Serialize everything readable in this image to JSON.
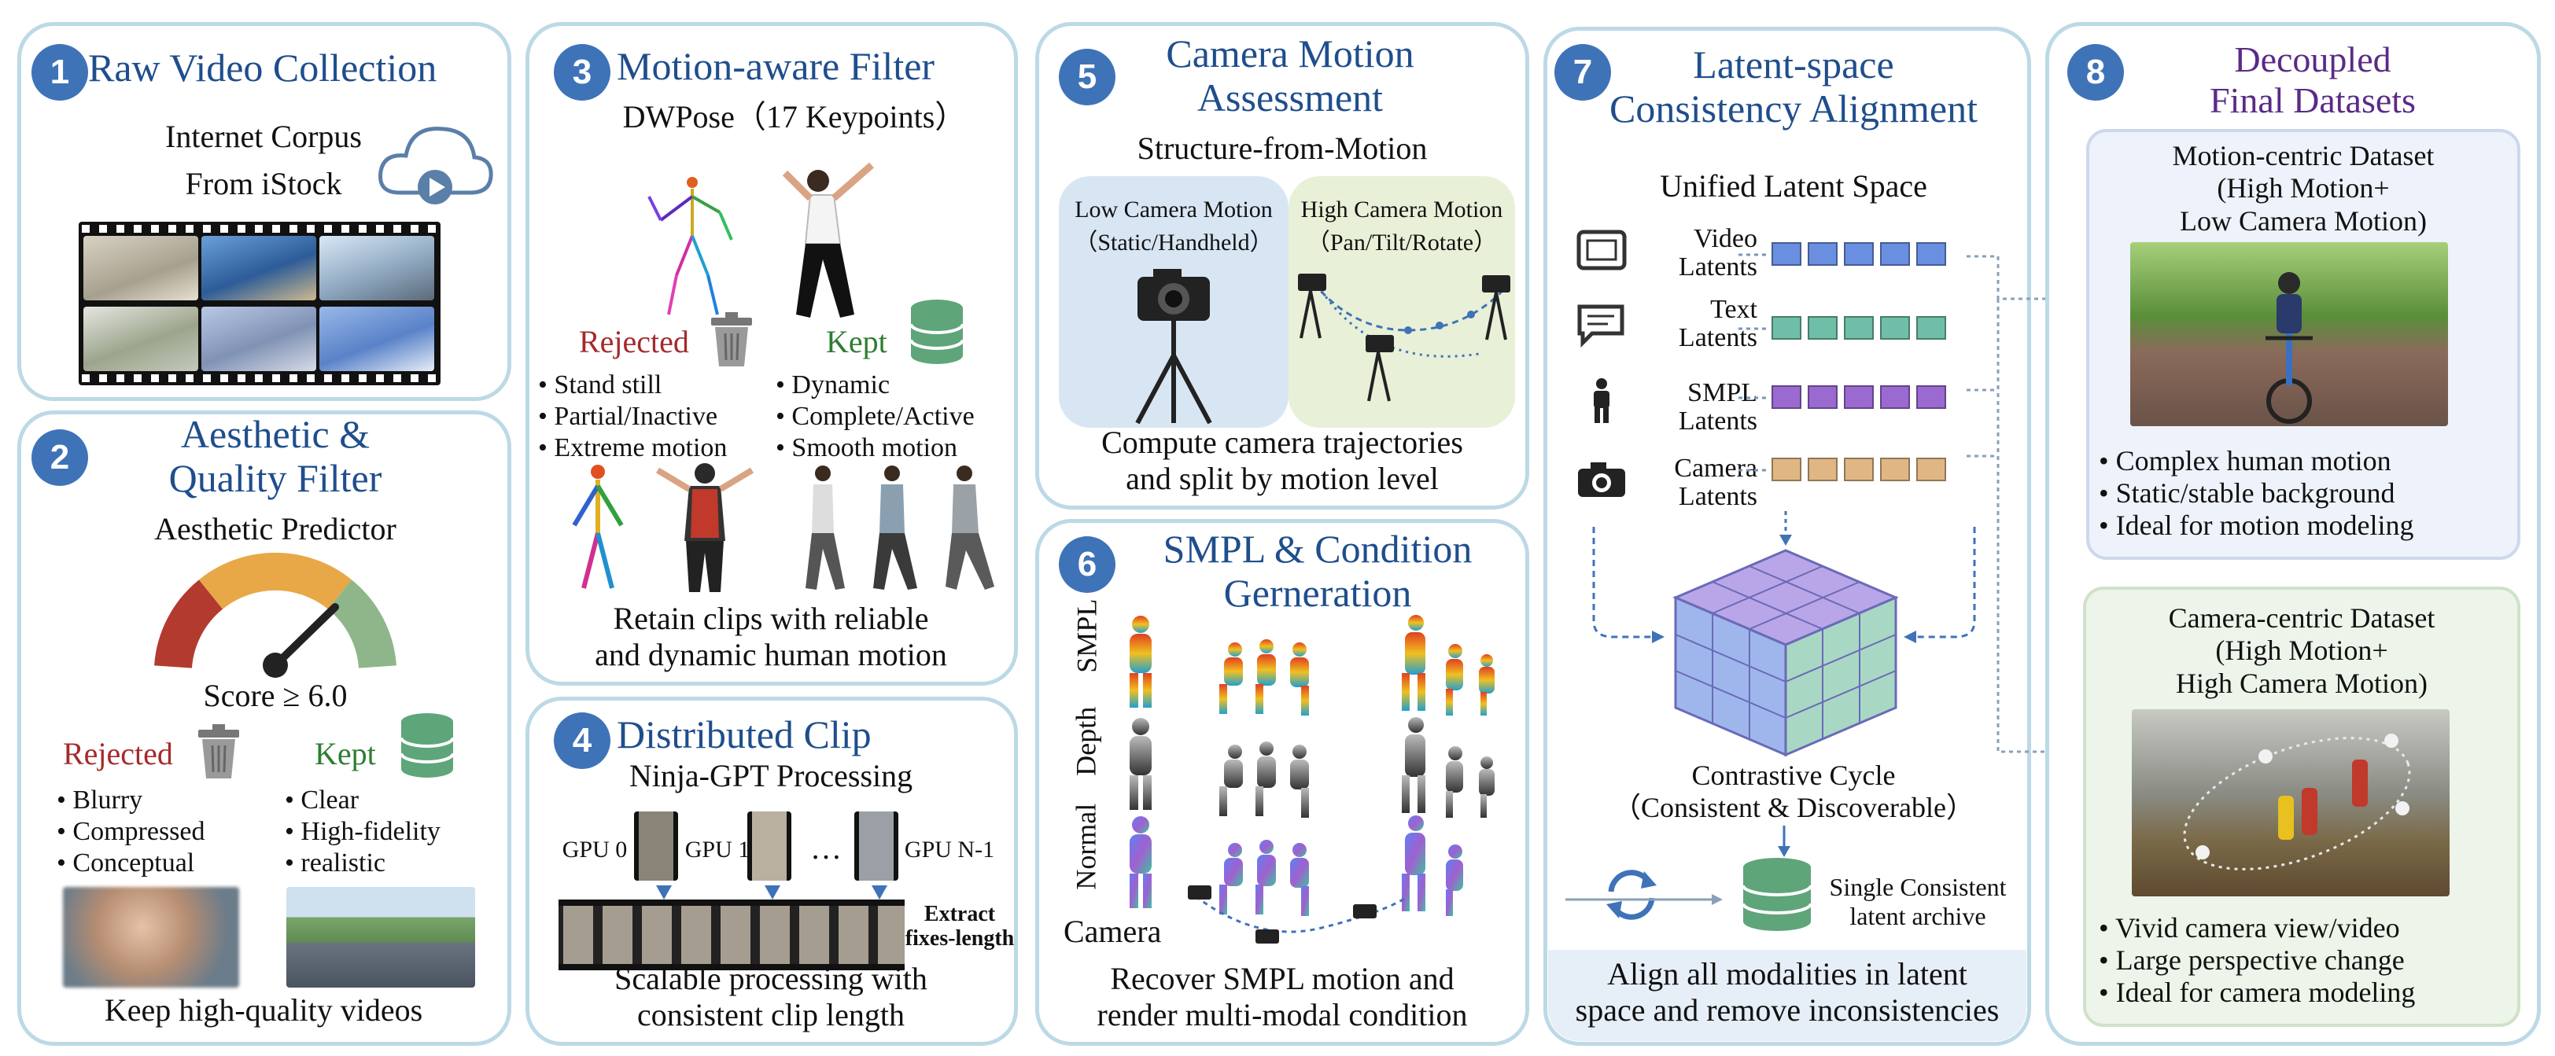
{
  "p1": {
    "num": "1",
    "title": "Raw Video Collection",
    "source": "Internet Corpus\nFrom iStock",
    "cloud_icon": "cloud-play-icon"
  },
  "p2": {
    "num": "2",
    "title": "Aesthetic &\nQuality Filter",
    "predictor": "Aesthetic Predictor",
    "score": "Score ≥ 6.0",
    "rejected": "Rejected",
    "kept": "Kept",
    "rejected_items": [
      "Blurry",
      "Compressed",
      "Conceptual"
    ],
    "kept_items": [
      "Clear",
      "High-fidelity",
      "realistic"
    ],
    "footer": "Keep high-quality videos"
  },
  "p3": {
    "num": "3",
    "title": "Motion-aware Filter",
    "pose": "DWPose（17 Keypoints）",
    "rejected": "Rejected",
    "kept": "Kept",
    "rejected_items": [
      "Stand still",
      "Partial/Inactive",
      "Extreme motion"
    ],
    "kept_items": [
      "Dynamic",
      "Complete/Active",
      "Smooth motion"
    ],
    "footer": "Retain clips with reliable\nand dynamic human motion"
  },
  "p4": {
    "num": "4",
    "title": "Distributed Clip",
    "sub": "Ninja-GPT Processing",
    "gpus": [
      "GPU 0",
      "GPU 1",
      "…",
      "GPU N-1"
    ],
    "extract": "Extract\nfixes-length",
    "footer": "Scalable processing with\nconsistent clip length"
  },
  "p5": {
    "num": "5",
    "title": "Camera Motion\nAssessment",
    "sub": "Structure-from-Motion",
    "low": "Low Camera Motion\n（Static/Handheld）",
    "high": "High Camera Motion\n（Pan/Tilt/Rotate）",
    "footer": "Compute camera trajectories\nand split by motion level"
  },
  "p6": {
    "num": "6",
    "title": "SMPL & Condition\nGerneration",
    "rows": [
      "SMPL",
      "Depth",
      "Normal"
    ],
    "camera": "Camera",
    "footer": "Recover SMPL motion and\nrender multi-modal condition"
  },
  "p7": {
    "num": "7",
    "title": "Latent-space\nConsistency Alignment",
    "space": "Unified Latent Space",
    "latents": [
      "Video\nLatents",
      "Text\nLatents",
      "SMPL\nLatents",
      "Camera\nLatents"
    ],
    "cycle": "Contrastive Cycle\n（Consistent & Discoverable）",
    "archive": "Single Consistent\nlatent archive",
    "footer": "Align all modalities in latent\nspace and remove inconsistencies"
  },
  "p8": {
    "num": "8",
    "title": "Decoupled\nFinal Datasets",
    "motion_title": "Motion-centric Dataset\n(High Motion+\nLow Camera Motion)",
    "motion_items": [
      "Complex human motion",
      "Static/stable background",
      "Ideal for motion modeling"
    ],
    "camera_title": "Camera-centric Dataset\n(High Motion+\nHigh Camera Motion)",
    "camera_items": [
      "Vivid camera view/video",
      "Large perspective change",
      "Ideal for camera modeling"
    ]
  },
  "colors": {
    "border": "#bcd9e6",
    "badge": "#3f73b8",
    "title": "#1f4e8c",
    "rejected": "#a52a2a",
    "kept": "#2e7d32",
    "purple": "#5b2a86"
  }
}
